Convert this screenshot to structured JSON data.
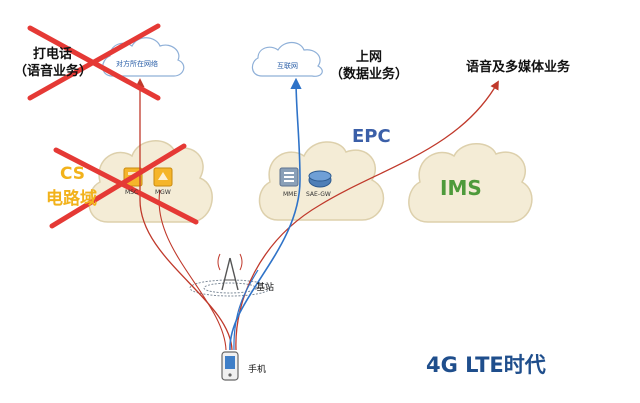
{
  "calls": {
    "title": "打电话",
    "subtitle": "（语音业务）",
    "cloud_label": "对方所在网络"
  },
  "internet": {
    "title": "上网",
    "subtitle": "（数据业务）",
    "cloud_label": "互联网"
  },
  "ims": {
    "service_label": "语音及多媒体业务",
    "cloud_label": "IMS"
  },
  "epc": {
    "label": "EPC",
    "mme_label": "MME",
    "saegw_label": "SAE-GW"
  },
  "cs": {
    "label_line1": "CS",
    "label_line2": "电路域",
    "msc_label": "MSC",
    "mgw_label": "MGW"
  },
  "base_station_label": "基站",
  "phone_label": "手机",
  "era_title": "4G LTE时代",
  "colors": {
    "cloud_fill": "#f4ecd6",
    "cloud_stroke": "#ddd0ac",
    "epc_blue": "#3b5fa8",
    "ims_green": "#4e9a3b",
    "cs_yellow": "#f2b21b",
    "path_red": "#c0392b",
    "path_blue": "#2f73c8",
    "cross_red": "#e53935"
  }
}
